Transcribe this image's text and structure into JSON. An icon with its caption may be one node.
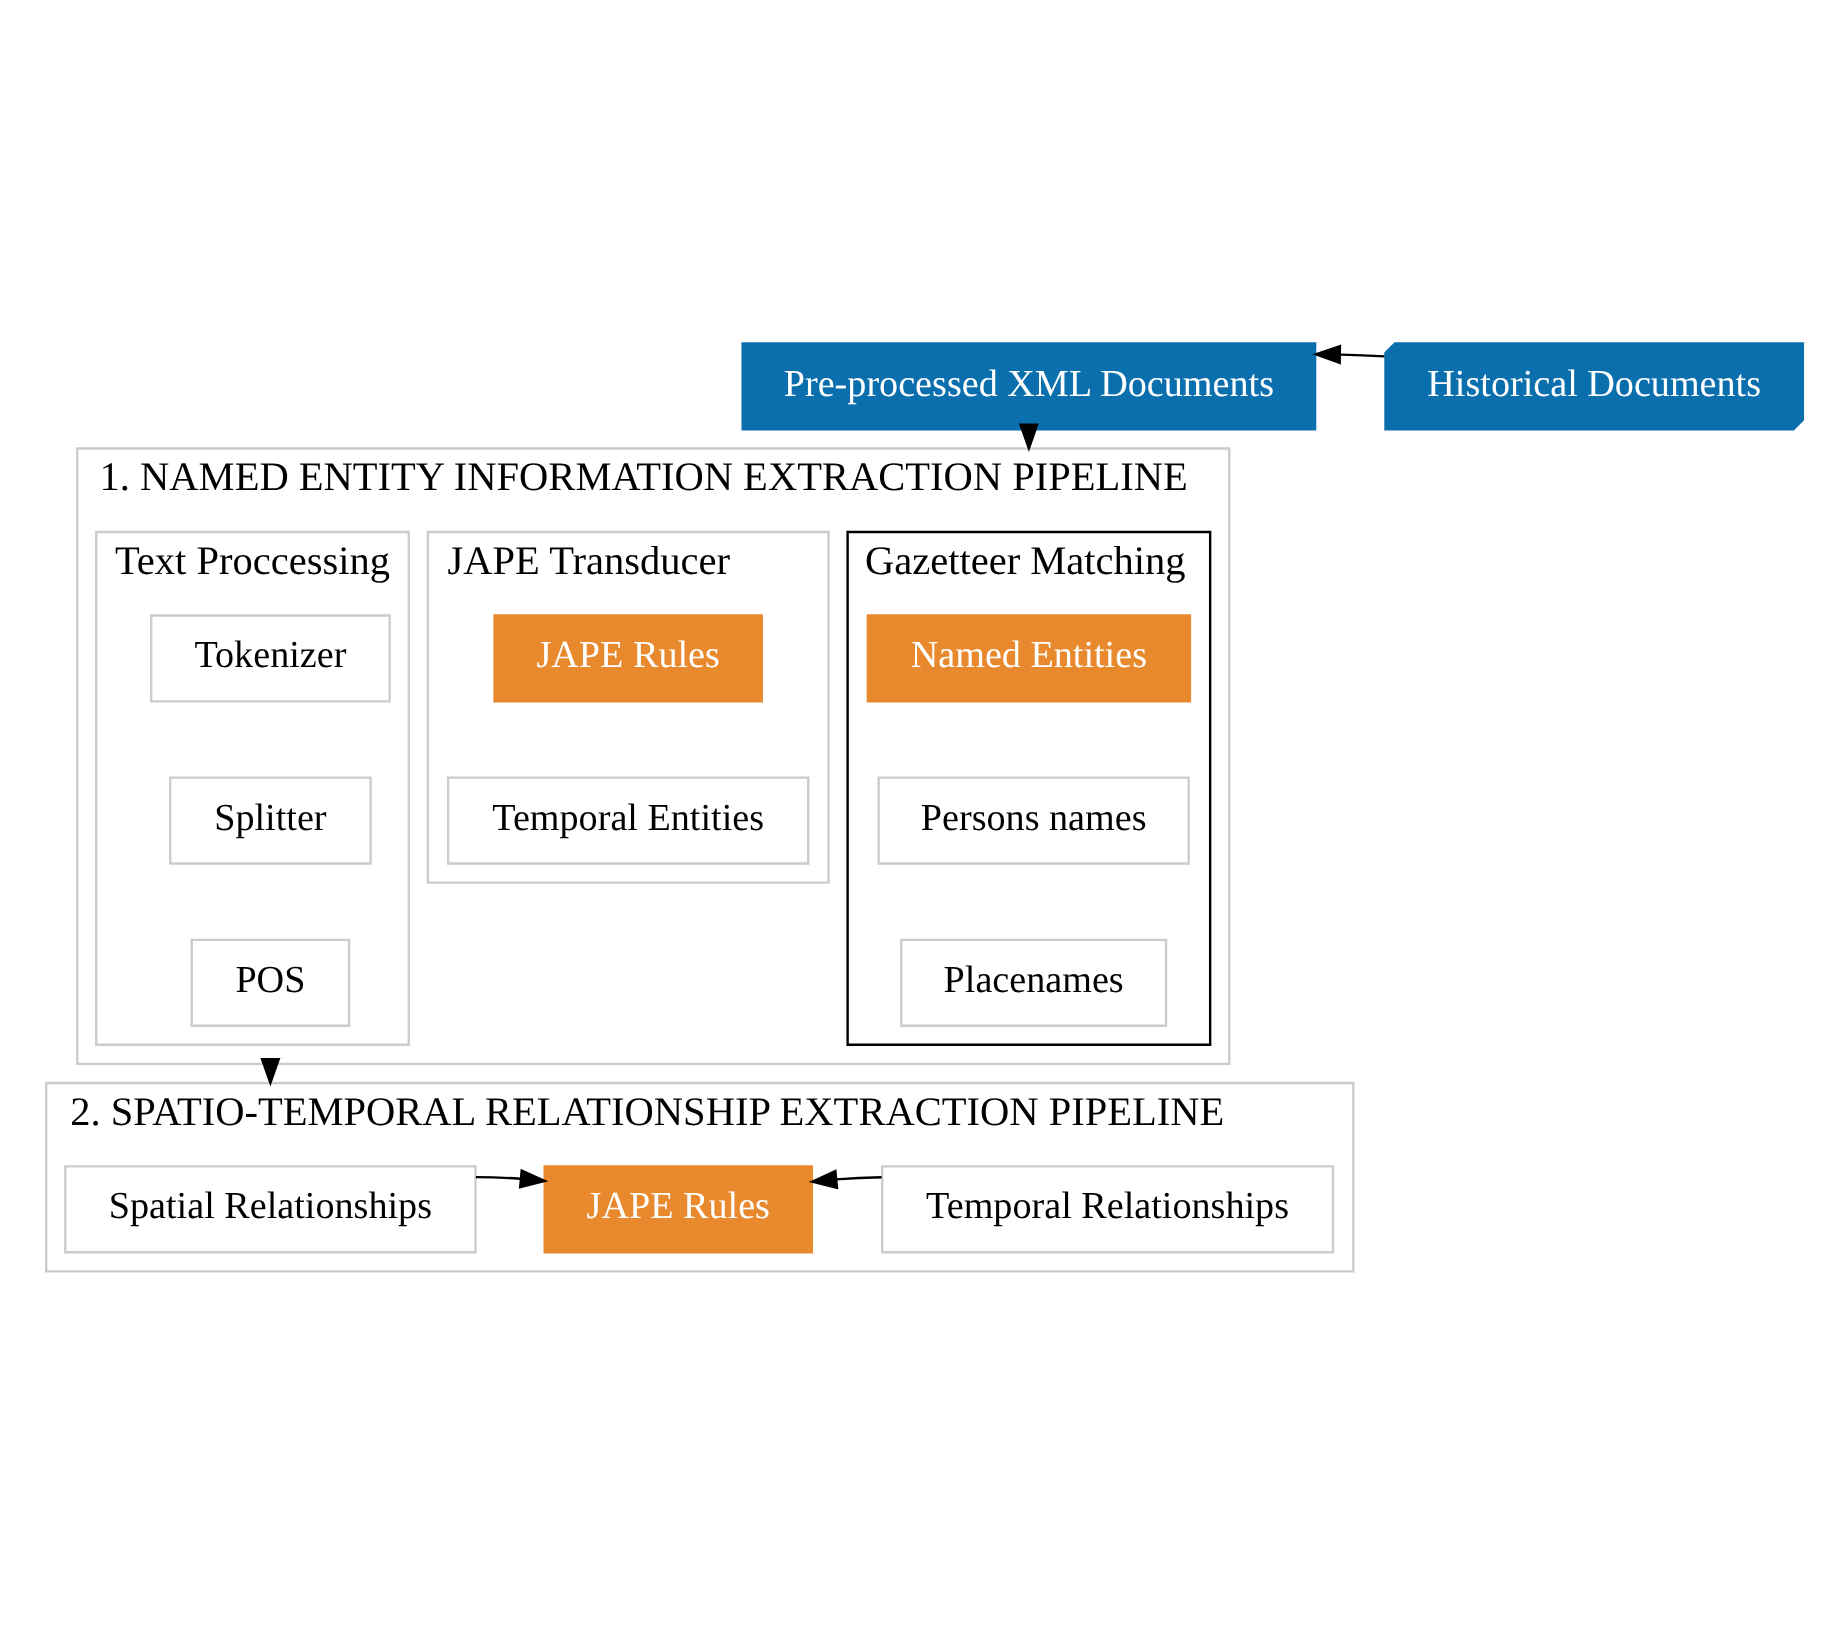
{
  "diagram": {
    "nodes": [
      {
        "text": [
          "Pre-processed XML Documents"
        ]
      },
      {
        "text": [
          "Historical Documents"
        ]
      },
      {
        "text": [
          "1. NAMED ENTITY INFORMATION EXTRACTION PIPELINE"
        ]
      },
      {
        "text": [
          "Gazetteer Matching"
        ],
        "in": 2
      },
      {
        "text": [
          "Named Entities"
        ],
        "in": 3
      },
      {
        "text": [
          "Persons names"
        ],
        "in": 3
      },
      {
        "text": [
          "Placenames"
        ],
        "in": 3
      },
      {
        "text": [
          "JAPE Transducer"
        ],
        "in": 2
      },
      {
        "text": [
          "JAPE Rules"
        ],
        "in": 7
      },
      {
        "text": [
          "Temporal Entities"
        ],
        "in": 7
      },
      {
        "text": [
          "Text Proccessing"
        ],
        "in": 2
      },
      {
        "text": [
          "Tokenizer"
        ],
        "in": 10
      },
      {
        "text": [
          "Splitter"
        ],
        "in": 10
      },
      {
        "text": [
          "POS"
        ],
        "in": 10
      },
      {
        "text": [
          "2. SPATIO-TEMPORAL RELATIONSHIP EXTRACTION PIPELINE"
        ]
      },
      {
        "text": [
          "Spatial Relationships"
        ],
        "in": 14
      },
      {
        "text": [
          "JAPE Rules"
        ],
        "in": 14
      },
      {
        "text": [
          "Temporal Relationships"
        ],
        "in": 14
      }
    ],
    "edges": [
      {
        "from": 1,
        "to": 0,
        "arrow": "to"
      },
      {
        "from": 0,
        "to": 2,
        "arrow": "to"
      },
      {
        "from": 2,
        "to": 14,
        "arrow": "to"
      },
      {
        "from": 15,
        "to": 16,
        "arrow": "to"
      },
      {
        "from": 17,
        "to": 16,
        "arrow": "to"
      }
    ]
  }
}
